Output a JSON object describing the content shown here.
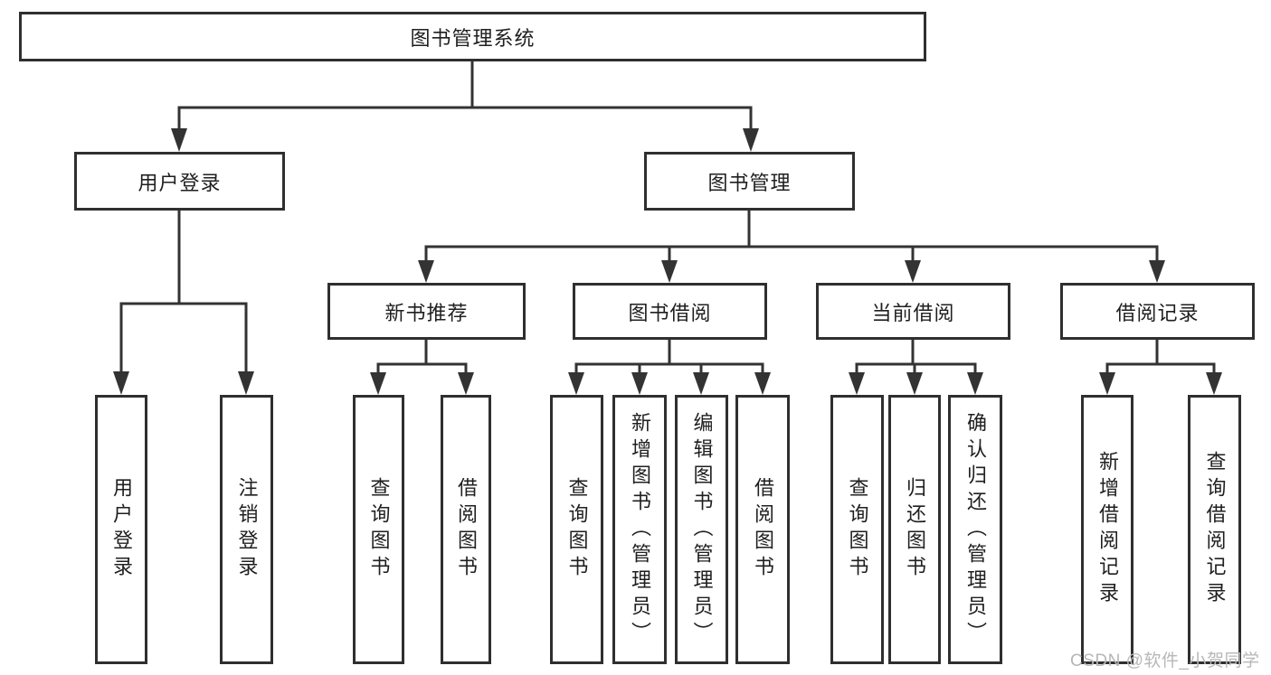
{
  "colors": {
    "background": "#ffffff",
    "line": "#333333",
    "box_border": "#2f2f2f",
    "text": "#1f1f1f",
    "watermark_text": "#b7b7b7"
  },
  "diagram": {
    "root": {
      "label": "图书管理系统"
    },
    "level2": [
      {
        "label": "用户登录"
      },
      {
        "label": "图书管理"
      }
    ],
    "level3": [
      {
        "label": "新书推荐"
      },
      {
        "label": "图书借阅"
      },
      {
        "label": "当前借阅"
      },
      {
        "label": "借阅记录"
      }
    ],
    "leaf_groups": [
      {
        "parent": "用户登录",
        "items": [
          {
            "label": "用户登录"
          },
          {
            "label": "注销登录"
          }
        ]
      },
      {
        "parent": "新书推荐",
        "items": [
          {
            "label": "查询图书"
          },
          {
            "label": "借阅图书"
          }
        ]
      },
      {
        "parent": "图书借阅",
        "items": [
          {
            "label": "查询图书"
          },
          {
            "label": "新增图书（管理员）"
          },
          {
            "label": "编辑图书（管理员）"
          },
          {
            "label": "借阅图书"
          }
        ]
      },
      {
        "parent": "当前借阅",
        "items": [
          {
            "label": "查询图书"
          },
          {
            "label": "归还图书"
          },
          {
            "label": "确认归还（管理员）"
          }
        ]
      },
      {
        "parent": "借阅记录",
        "items": [
          {
            "label": "新增借阅记录"
          },
          {
            "label": "查询借阅记录"
          }
        ]
      }
    ]
  },
  "watermark": {
    "text": "CSDN @软件_小贺同学"
  }
}
